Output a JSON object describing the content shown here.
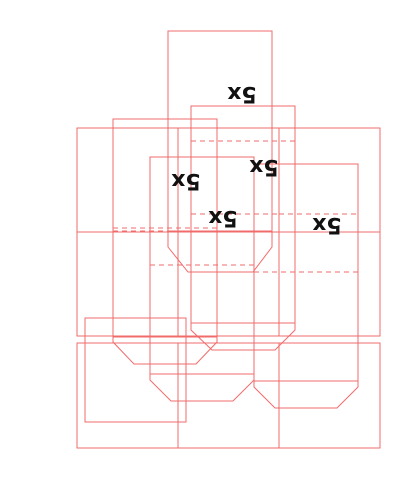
{
  "labels": {
    "top": "5x",
    "upper_mid": "5x",
    "left": "5x",
    "center": "5x",
    "right": "5x"
  },
  "colors": {
    "line": "#f26b6b",
    "text": "#111111",
    "background": "#ffffff"
  }
}
